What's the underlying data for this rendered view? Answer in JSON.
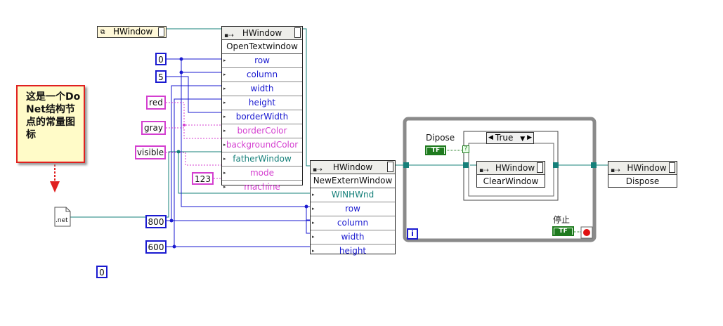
{
  "diagram": {
    "refnum_label": "HWindow",
    "open_node": {
      "class": "HWindow",
      "method": "OpenTextwindow",
      "params": [
        {
          "label": "row",
          "color": "#1a1ad0"
        },
        {
          "label": "column",
          "color": "#1a1ad0"
        },
        {
          "label": "width",
          "color": "#1a1ad0"
        },
        {
          "label": "height",
          "color": "#1a1ad0"
        },
        {
          "label": "borderWidth",
          "color": "#1a1ad0"
        },
        {
          "label": "borderColor",
          "color": "#d43fd0"
        },
        {
          "label": "backgroundColor",
          "color": "#d43fd0"
        },
        {
          "label": "fatherWindow",
          "color": "#16807a"
        },
        {
          "label": "mode",
          "color": "#d43fd0"
        },
        {
          "label": "machine",
          "color": "#d43fd0"
        }
      ]
    },
    "extern_node": {
      "class": "HWindow",
      "method": "NewExternWindow",
      "params": [
        {
          "label": "WINHWnd",
          "color": "#16807a"
        },
        {
          "label": "row",
          "color": "#1a1ad0"
        },
        {
          "label": "column",
          "color": "#1a1ad0"
        },
        {
          "label": "width",
          "color": "#1a1ad0"
        },
        {
          "label": "height",
          "color": "#1a1ad0"
        }
      ]
    },
    "clear_node": {
      "class": "HWindow",
      "method": "ClearWindow"
    },
    "dispose_node": {
      "class": "HWindow",
      "method": "Dispose"
    },
    "constants": {
      "c0_top": "0",
      "c5": "5",
      "c123": "123",
      "c800": "800",
      "c600": "600",
      "c0_bottom": "0"
    },
    "strings": {
      "red": "red",
      "gray": "gray",
      "visible": "visible"
    },
    "callout": {
      "text": "这是一个DoNet结构节点的常量图标"
    },
    "net_icon": ".net",
    "case_selector": "True",
    "dipose_label": "Dipose",
    "stop_label": "停止",
    "bool_text": "TF",
    "iteration": "i",
    "question": "?"
  },
  "colors": {
    "numeric_wire": "#1a1ad0",
    "string_wire": "#d43fd0",
    "refnum_wire": "#16807a",
    "bool_wire": "#1e7a1e",
    "loop_frame": "#8a8a8a",
    "callout_fill": "#fffbc8",
    "callout_border": "#e02020"
  }
}
